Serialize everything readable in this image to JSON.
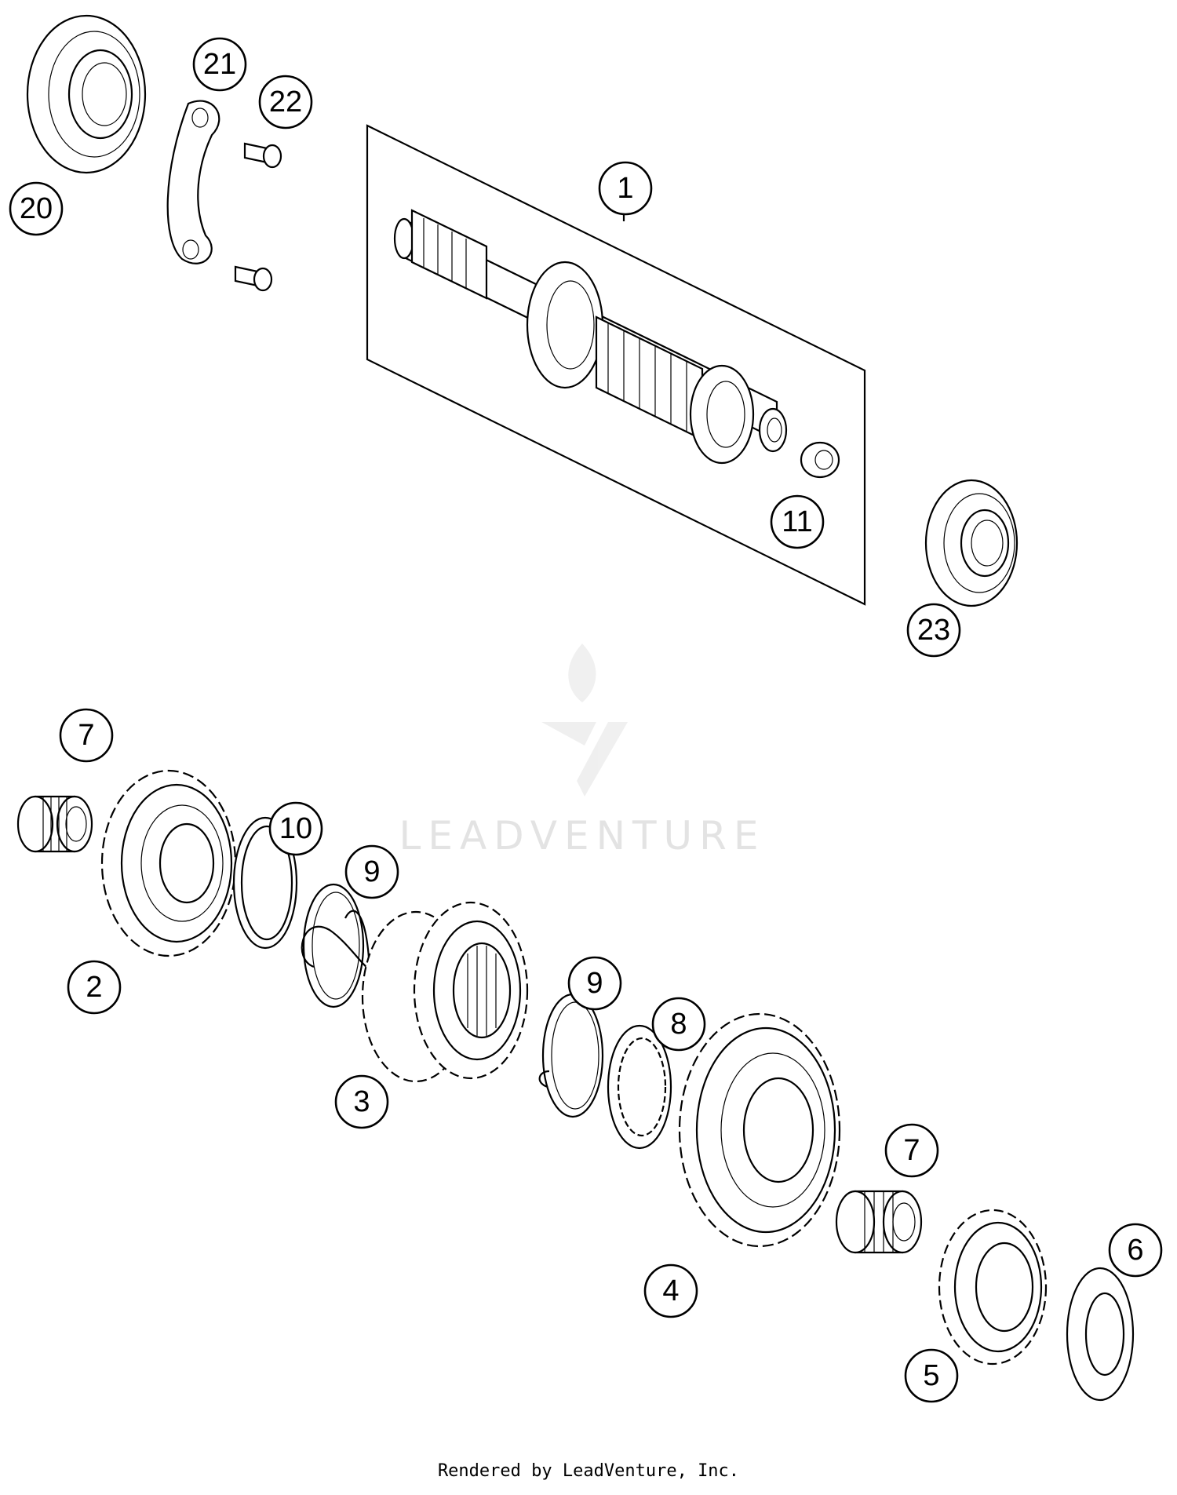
{
  "watermark": "LEADVENTURE",
  "credit": "Rendered by LeadVenture, Inc.",
  "callouts": {
    "c1": "1",
    "c2": "2",
    "c3": "3",
    "c4": "4",
    "c5": "5",
    "c6": "6",
    "c7a": "7",
    "c7b": "7",
    "c8": "8",
    "c9a": "9",
    "c9b": "9",
    "c10": "10",
    "c11": "11",
    "c20": "20",
    "c21": "21",
    "c22": "22",
    "c23": "23"
  }
}
